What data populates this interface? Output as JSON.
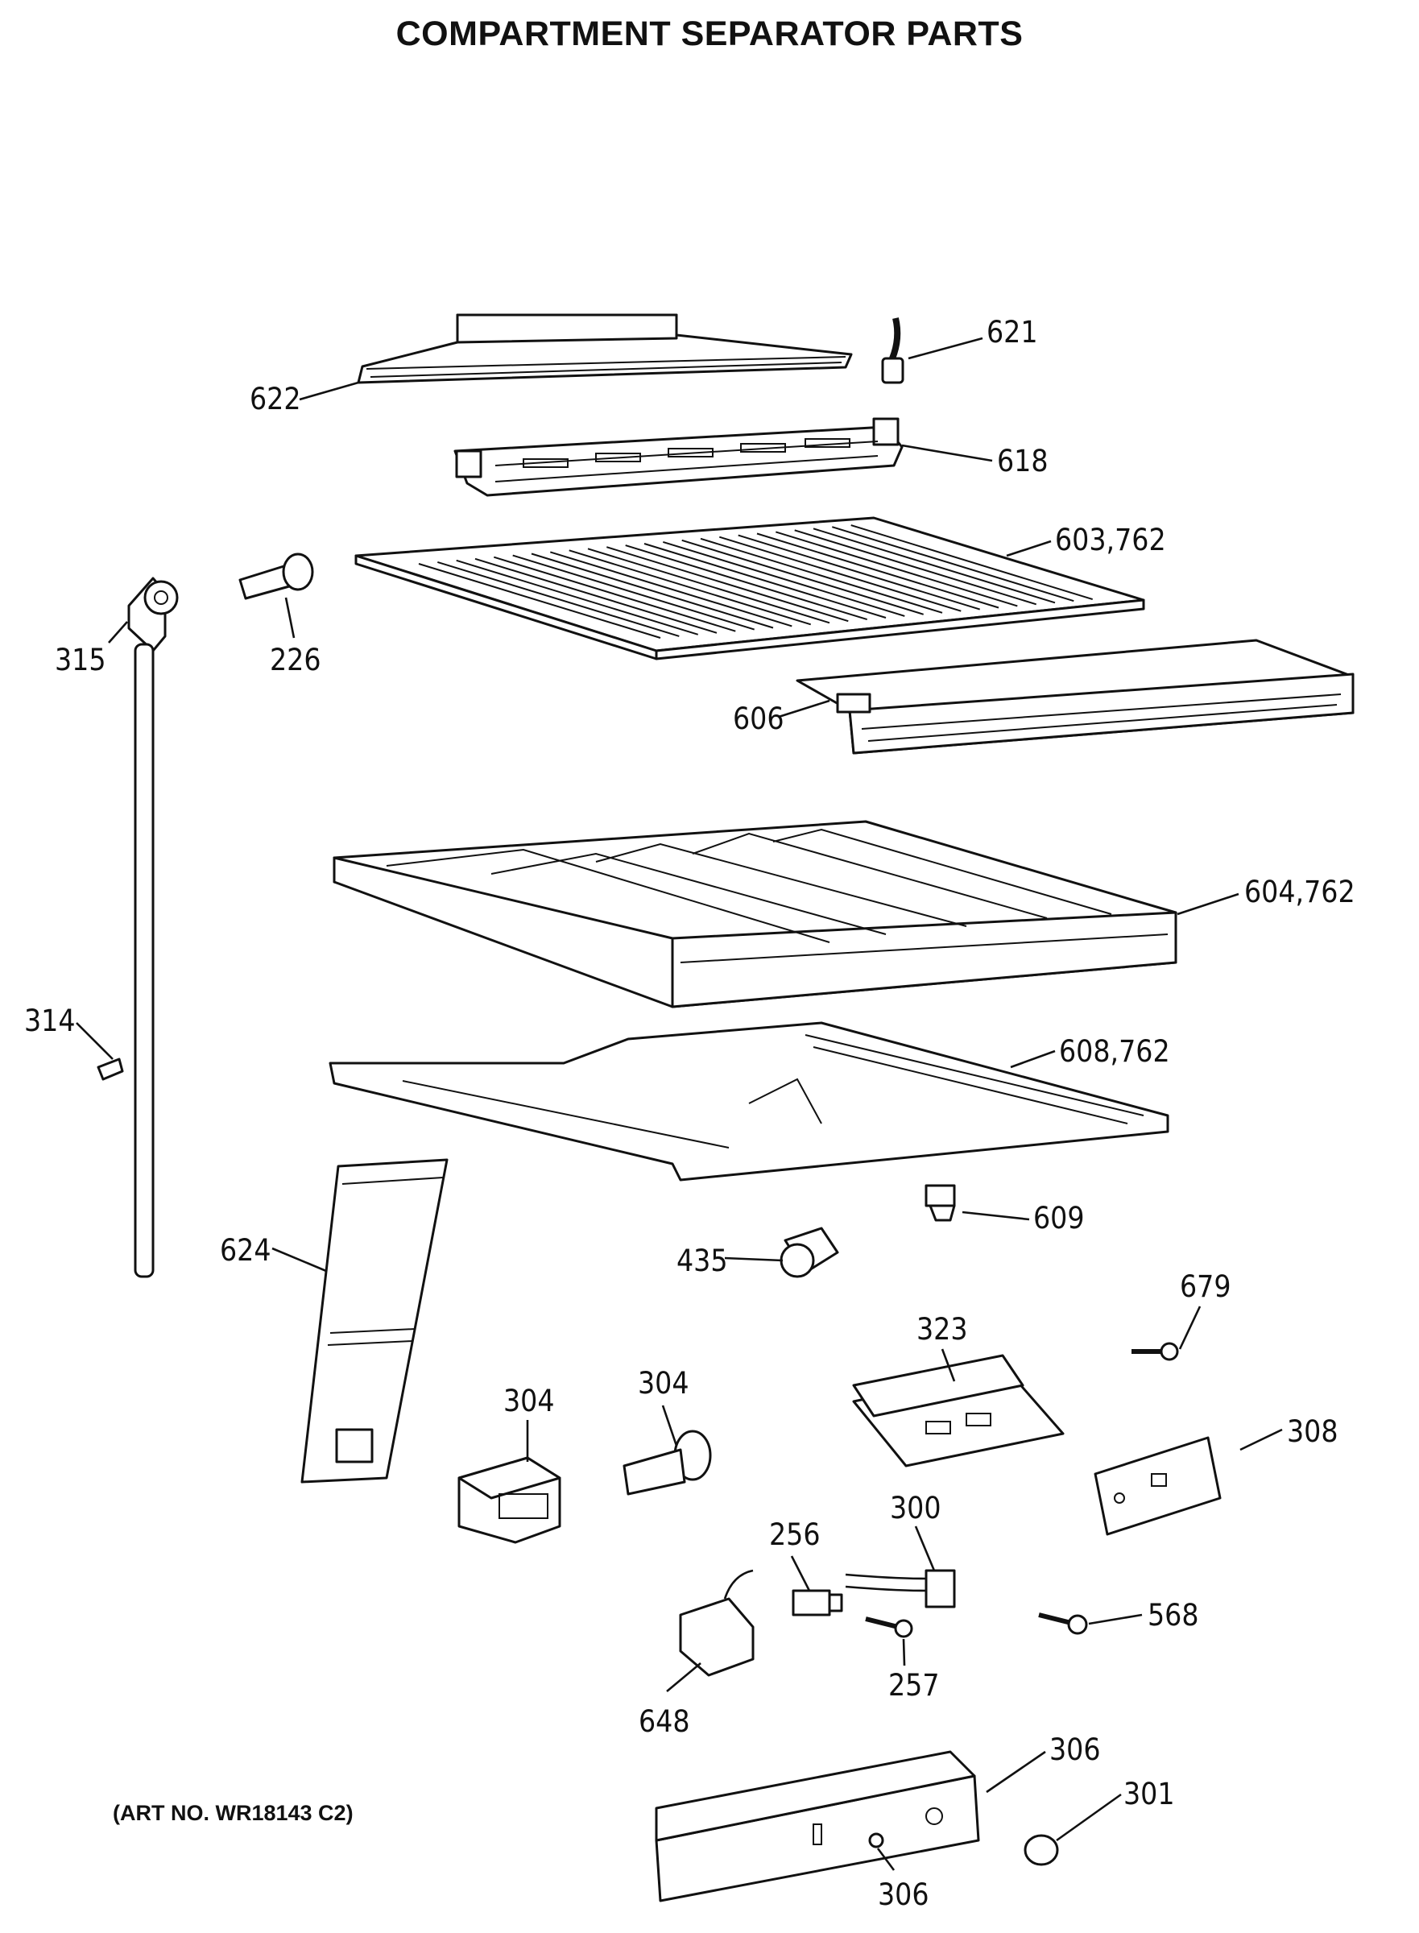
{
  "title": "COMPARTMENT SEPARATOR PARTS",
  "art_number": "(ART NO. WR18143 C2)",
  "callouts": [
    {
      "id": "622",
      "label": "622"
    },
    {
      "id": "621",
      "label": "621"
    },
    {
      "id": "618",
      "label": "618"
    },
    {
      "id": "603",
      "label": "603,762"
    },
    {
      "id": "315",
      "label": "315"
    },
    {
      "id": "226",
      "label": "226"
    },
    {
      "id": "606",
      "label": "606"
    },
    {
      "id": "604",
      "label": "604,762"
    },
    {
      "id": "314",
      "label": "314"
    },
    {
      "id": "608",
      "label": "608,762"
    },
    {
      "id": "609",
      "label": "609"
    },
    {
      "id": "624",
      "label": "624"
    },
    {
      "id": "435",
      "label": "435"
    },
    {
      "id": "679",
      "label": "679"
    },
    {
      "id": "323",
      "label": "323"
    },
    {
      "id": "304a",
      "label": "304"
    },
    {
      "id": "304b",
      "label": "304"
    },
    {
      "id": "308",
      "label": "308"
    },
    {
      "id": "256",
      "label": "256"
    },
    {
      "id": "300",
      "label": "300"
    },
    {
      "id": "568",
      "label": "568"
    },
    {
      "id": "257",
      "label": "257"
    },
    {
      "id": "648",
      "label": "648"
    },
    {
      "id": "306a",
      "label": "306"
    },
    {
      "id": "301",
      "label": "301"
    },
    {
      "id": "306b",
      "label": "306"
    }
  ]
}
